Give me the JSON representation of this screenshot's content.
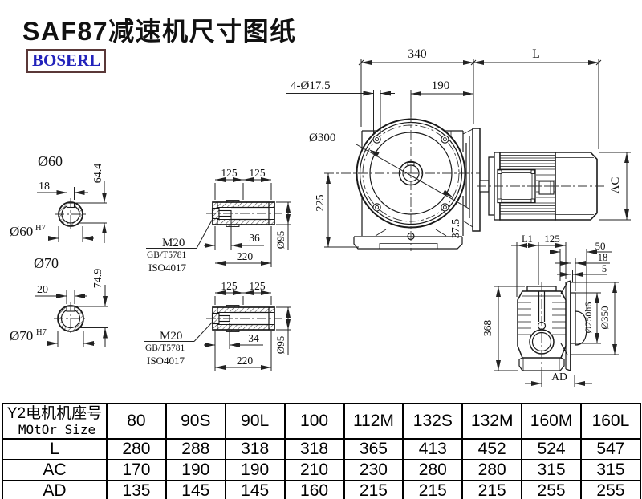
{
  "header": {
    "title": "SAF87减速机尺寸图纸",
    "logo": "BOSERL"
  },
  "views": {
    "s60": {
      "title": "Ø60",
      "key_w": "18",
      "depth": "64.4",
      "bore": "Ø60",
      "tol": "H7"
    },
    "s70": {
      "title": "Ø70",
      "key_w": "20",
      "depth": "74.9",
      "bore": "Ø70",
      "tol": "H7"
    },
    "shaft_a": {
      "l1": "125",
      "l2": "125",
      "bolt": "36",
      "total": "220",
      "dia": "Ø95",
      "thread": "M20",
      "std1": "GB/T5781",
      "std2": "ISO4017"
    },
    "shaft_b": {
      "l1": "125",
      "l2": "125",
      "bolt": "34",
      "total": "220",
      "dia": "Ø95",
      "thread": "M20",
      "std1": "GB/T5781",
      "std2": "ISO4017"
    },
    "front": {
      "w": "340",
      "l": "L",
      "half": "190",
      "holes": "4-Ø17.5",
      "bc": "Ø300",
      "h": "225",
      "off": "37.5",
      "ac": "AC"
    },
    "side": {
      "l1": "L1",
      "fl": "125",
      "d50": "50",
      "d18": "18",
      "d5": "5",
      "h": "368",
      "pilot": "Ø250h6",
      "flange": "Ø350",
      "ad": "AD"
    }
  },
  "table": {
    "row_header_line1": "Y2电机机座号",
    "row_header_line2": "MOtOr Size",
    "columns": [
      "80",
      "90S",
      "90L",
      "100",
      "112M",
      "132S",
      "132M",
      "160M",
      "160L"
    ],
    "rows": [
      {
        "label": "L",
        "values": [
          "280",
          "288",
          "318",
          "318",
          "365",
          "413",
          "452",
          "524",
          "547"
        ]
      },
      {
        "label": "AC",
        "values": [
          "170",
          "190",
          "190",
          "210",
          "230",
          "280",
          "280",
          "315",
          "315"
        ]
      },
      {
        "label": "AD",
        "values": [
          "135",
          "145",
          "145",
          "160",
          "215",
          "215",
          "215",
          "255",
          "255"
        ]
      }
    ]
  },
  "colors": {
    "line": "#1a1a1a",
    "logo_text": "#2222bb",
    "logo_border": "#5a3838",
    "background": "#ffffff"
  }
}
